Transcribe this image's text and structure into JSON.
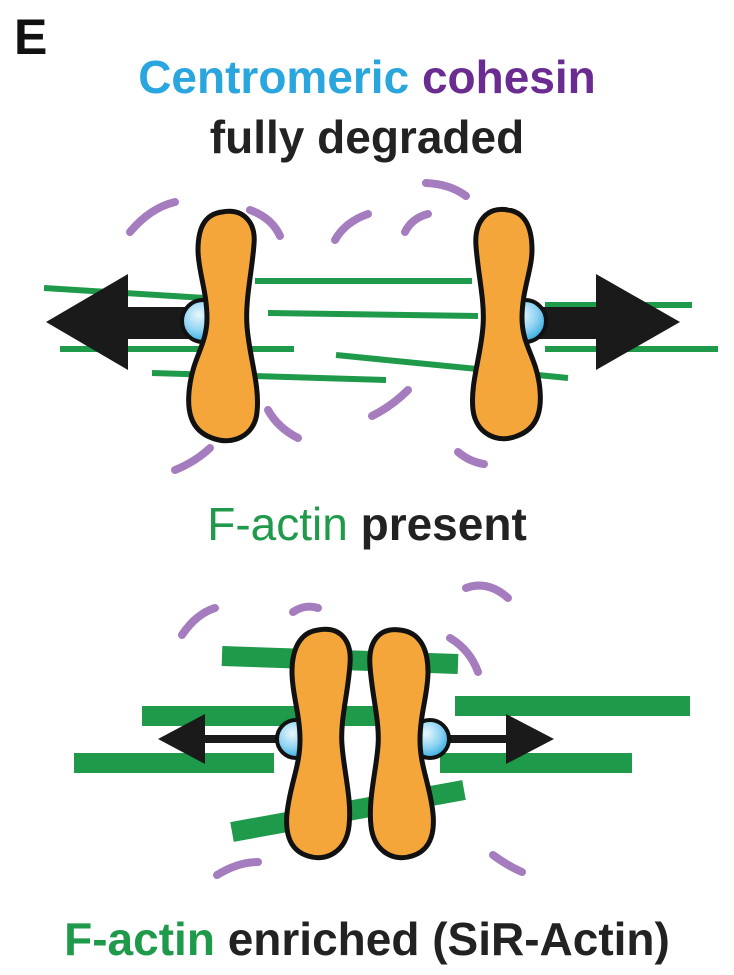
{
  "panel_letter": "E",
  "title": {
    "word1": "Centromeric",
    "word2": "cohesin",
    "line2": "fully degraded"
  },
  "mid_label": {
    "green": "F-actin",
    "dark": "present"
  },
  "bottom_label": {
    "green": "F-actin",
    "dark": "enriched (SiR-Actin)"
  },
  "colors": {
    "centromeric_blue": "#2aa6de",
    "cohesin_purple": "#6a2c91",
    "factin_green": "#1f9a4a",
    "chromosome_orange": "#f4a63a",
    "cohesin_dash": "#a57dbf"
  }
}
